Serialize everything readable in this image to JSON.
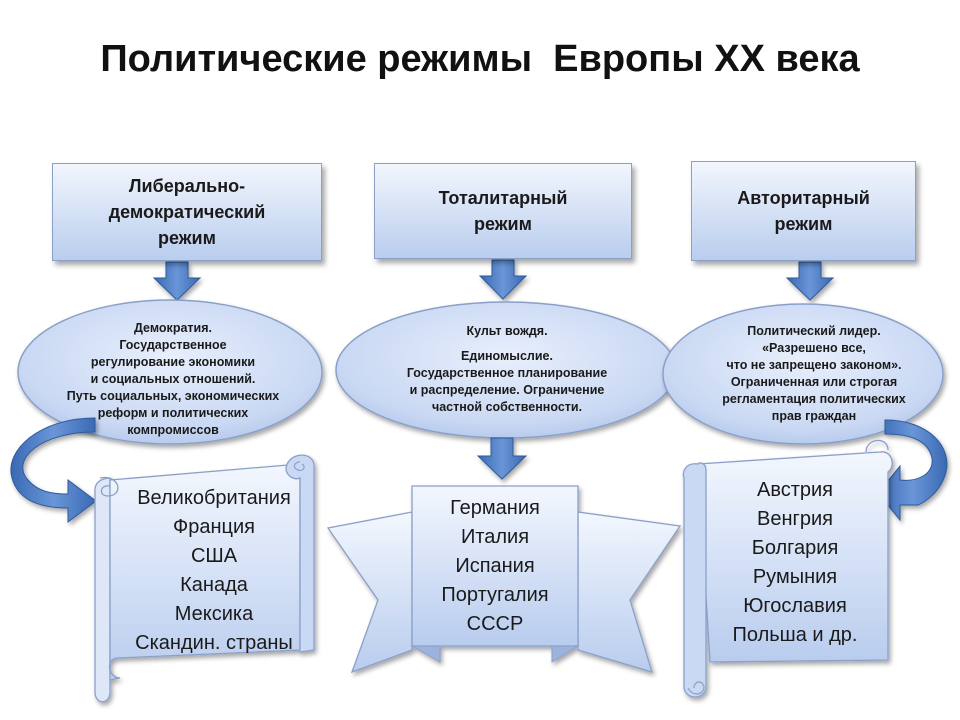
{
  "title": "Политические режимы  Европы XX века",
  "regimes": [
    {
      "header": [
        "Либерально-",
        "демократический",
        "режим"
      ],
      "description": [
        "Демократия.",
        "Государственное",
        "регулирование экономики",
        "и социальных отношений.",
        "Путь социальных, экономических",
        "реформ и политических",
        "компромиссов"
      ],
      "countries": [
        "Великобритания",
        "Франция",
        "США",
        "Канада",
        "Мексика",
        "Скандин. страны"
      ]
    },
    {
      "header": [
        "Тоталитарный",
        "режим"
      ],
      "description": [
        "Культ вождя.",
        "",
        "Единомыслие.",
        "Государственное планирование",
        "и распределение. Ограничение",
        "частной собственности."
      ],
      "countries": [
        "Германия",
        "Италия",
        "Испания",
        "Португалия",
        "СССР"
      ]
    },
    {
      "header": [
        "Авторитарный",
        "режим"
      ],
      "description": [
        "Политический лидер.",
        "«Разрешено все,",
        "что не запрещено законом».",
        "Ограниченная или строгая",
        "регламентация политических",
        "прав граждан"
      ],
      "countries": [
        "Австрия",
        "Венгрия",
        "Болгария",
        "Румыния",
        "Югославия",
        "Польша и др."
      ]
    }
  ],
  "colors": {
    "box_top": "#f2f6fd",
    "box_bottom": "#b9cdee",
    "arrow": "#4a78bf",
    "outline": "#8aa0c8"
  }
}
